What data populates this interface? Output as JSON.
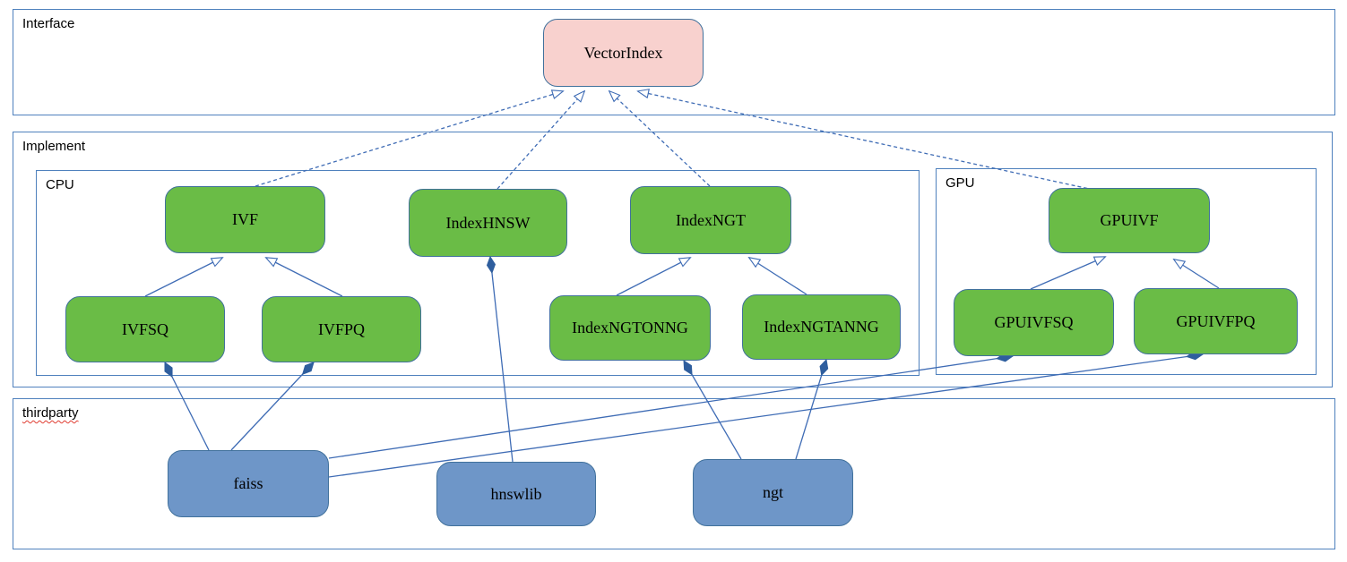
{
  "diagram": {
    "containers": {
      "interface": {
        "label": "Interface"
      },
      "implement": {
        "label": "Implement"
      },
      "cpu": {
        "label": "CPU"
      },
      "gpu": {
        "label": "GPU"
      },
      "thirdparty": {
        "label": "thirdparty"
      }
    },
    "nodes": {
      "vectorindex": {
        "label": "VectorIndex",
        "type": "interface",
        "container": "interface"
      },
      "ivf": {
        "label": "IVF",
        "type": "class",
        "container": "cpu"
      },
      "indexhnsw": {
        "label": "IndexHNSW",
        "type": "class",
        "container": "cpu"
      },
      "indexngt": {
        "label": "IndexNGT",
        "type": "class",
        "container": "cpu"
      },
      "ivfsq": {
        "label": "IVFSQ",
        "type": "class",
        "container": "cpu"
      },
      "ivfpq": {
        "label": "IVFPQ",
        "type": "class",
        "container": "cpu"
      },
      "indexngtonng": {
        "label": "IndexNGTONNG",
        "type": "class",
        "container": "cpu"
      },
      "indexngtanng": {
        "label": "IndexNGTANNG",
        "type": "class",
        "container": "cpu"
      },
      "gpuivf": {
        "label": "GPUIVF",
        "type": "class",
        "container": "gpu"
      },
      "gpuivfsq": {
        "label": "GPUIVFSQ",
        "type": "class",
        "container": "gpu"
      },
      "gpuivfpq": {
        "label": "GPUIVFPQ",
        "type": "class",
        "container": "gpu"
      },
      "faiss": {
        "label": "faiss",
        "type": "library",
        "container": "thirdparty"
      },
      "hnswlib": {
        "label": "hnswlib",
        "type": "library",
        "container": "thirdparty"
      },
      "ngt": {
        "label": "ngt",
        "type": "library",
        "container": "thirdparty"
      }
    },
    "edges": [
      {
        "from": "ivf",
        "to": "vectorindex",
        "type": "realization"
      },
      {
        "from": "indexhnsw",
        "to": "vectorindex",
        "type": "realization"
      },
      {
        "from": "indexngt",
        "to": "vectorindex",
        "type": "realization"
      },
      {
        "from": "gpuivf",
        "to": "vectorindex",
        "type": "realization"
      },
      {
        "from": "ivfsq",
        "to": "ivf",
        "type": "inheritance"
      },
      {
        "from": "ivfpq",
        "to": "ivf",
        "type": "inheritance"
      },
      {
        "from": "indexngtonng",
        "to": "indexngt",
        "type": "inheritance"
      },
      {
        "from": "indexngtanng",
        "to": "indexngt",
        "type": "inheritance"
      },
      {
        "from": "gpuivfsq",
        "to": "gpuivf",
        "type": "inheritance"
      },
      {
        "from": "gpuivfpq",
        "to": "gpuivf",
        "type": "inheritance"
      },
      {
        "from": "ivfsq",
        "to": "faiss",
        "type": "composition"
      },
      {
        "from": "ivfpq",
        "to": "faiss",
        "type": "composition"
      },
      {
        "from": "indexhnsw",
        "to": "hnswlib",
        "type": "composition"
      },
      {
        "from": "indexngtonng",
        "to": "ngt",
        "type": "composition"
      },
      {
        "from": "indexngtanng",
        "to": "ngt",
        "type": "composition"
      },
      {
        "from": "gpuivfsq",
        "to": "faiss",
        "type": "composition"
      },
      {
        "from": "gpuivfpq",
        "to": "faiss",
        "type": "composition"
      }
    ],
    "colors": {
      "interface_fill": "#f8d1ce",
      "class_fill": "#6abc46",
      "library_fill": "#6e96c8",
      "node_border": "#41719c",
      "container_border": "#4f81bd",
      "connector": "#3f6cb5",
      "spellcheck_underline": "#e03c31"
    }
  }
}
